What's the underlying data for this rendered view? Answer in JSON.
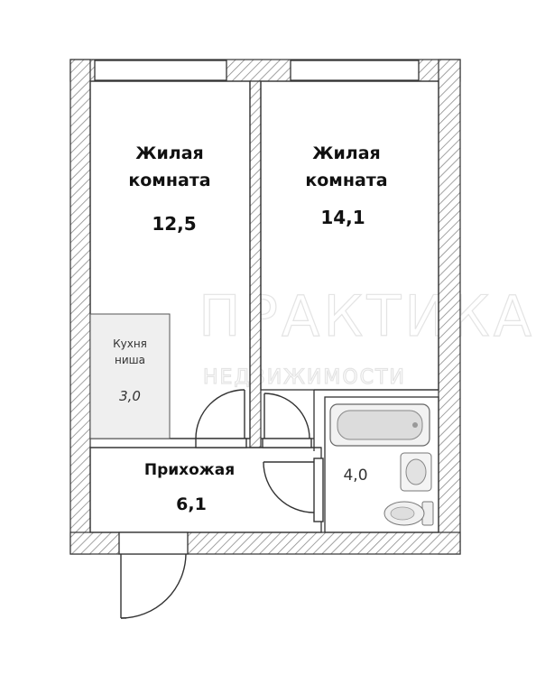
{
  "colors": {
    "wall_stroke": "#333333",
    "hatch": "#888888",
    "niche_fill": "#efefef",
    "background": "#ffffff",
    "watermark": "#e4e4e4"
  },
  "rooms": {
    "living_1": {
      "label_line1": "Жилая",
      "label_line2": "комната",
      "area": "12,5"
    },
    "living_2": {
      "label_line1": "Жилая",
      "label_line2": "комната",
      "area": "14,1"
    },
    "kitchen_niche": {
      "label_line1": "Кухня",
      "label_line2": "ниша",
      "area": "3,0"
    },
    "hallway": {
      "label": "Прихожая",
      "area": "6,1"
    },
    "bathroom": {
      "area": "4,0"
    }
  },
  "watermark": {
    "line1": "ПРАКТИКА",
    "line2": "НЕДВИЖИМОСТИ"
  },
  "icons": [
    "bathtub-icon",
    "sink-icon",
    "toilet-icon",
    "door-swing-icon",
    "window-icon"
  ]
}
